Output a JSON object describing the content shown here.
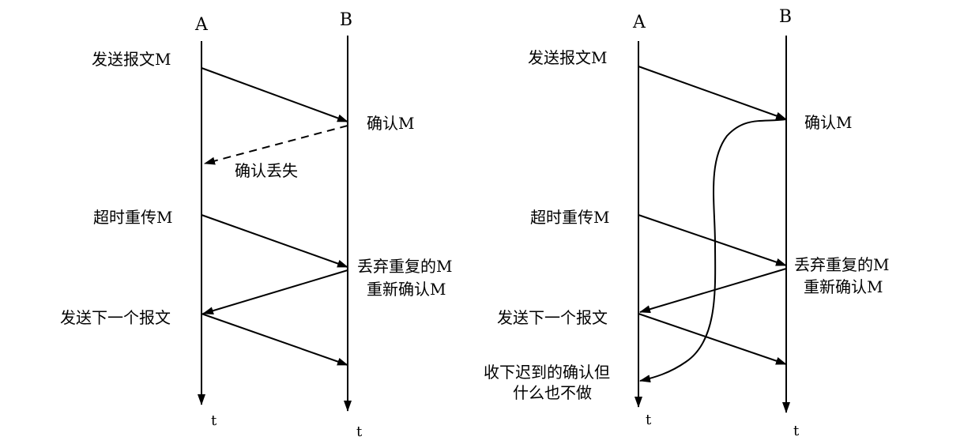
{
  "left_diagram": {
    "nodes": {
      "a": "A",
      "b": "B"
    },
    "time_labels": {
      "a": "t",
      "b": "t"
    },
    "labels": {
      "send_m": "发送报文M",
      "confirm_m": "确认M",
      "ack_lost": "确认丢失",
      "timeout_resend": "超时重传M",
      "discard_dup": "丢弃重复的M",
      "reconfirm": "重新确认M",
      "send_next": "发送下一个报文"
    }
  },
  "right_diagram": {
    "nodes": {
      "a": "A",
      "b": "B"
    },
    "time_labels": {
      "a": "t",
      "b": "t"
    },
    "labels": {
      "send_m": "发送报文M",
      "confirm_m": "确认M",
      "timeout_resend": "超时重传M",
      "discard_dup": "丢弃重复的M",
      "reconfirm": "重新确认M",
      "send_next": "发送下一个报文",
      "late_ack_line1": "收下迟到的确认但",
      "late_ack_line2": "什么也不做"
    }
  }
}
